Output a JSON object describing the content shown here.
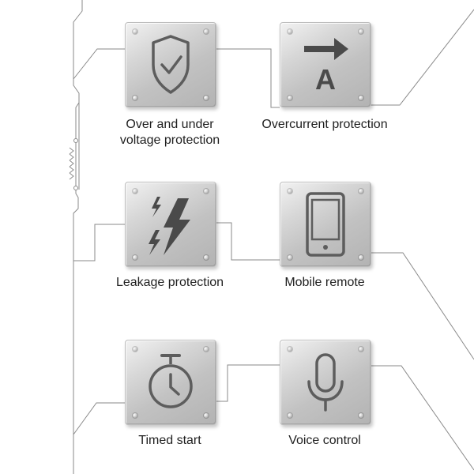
{
  "features": [
    {
      "key": "voltage",
      "icon": "shield-check-icon",
      "label_lines": [
        "Over and under",
        "voltage protection"
      ]
    },
    {
      "key": "overcurrent",
      "icon": "arrow-letter-a-icon",
      "glyph": "A",
      "label_lines": [
        "Overcurrent protection"
      ]
    },
    {
      "key": "leakage",
      "icon": "lightning-bolt-icon",
      "label_lines": [
        "Leakage protection"
      ]
    },
    {
      "key": "mobile",
      "icon": "smartphone-icon",
      "label_lines": [
        "Mobile remote"
      ]
    },
    {
      "key": "timed",
      "icon": "stopwatch-icon",
      "label_lines": [
        "Timed start"
      ]
    },
    {
      "key": "voice",
      "icon": "microphone-icon",
      "label_lines": [
        "Voice control"
      ]
    }
  ],
  "colors": {
    "icon": "#5d5d5d",
    "icon_dark": "#4a4a4a",
    "circuit_line": "#8a8a8a",
    "label_text": "#1f1f1f"
  }
}
